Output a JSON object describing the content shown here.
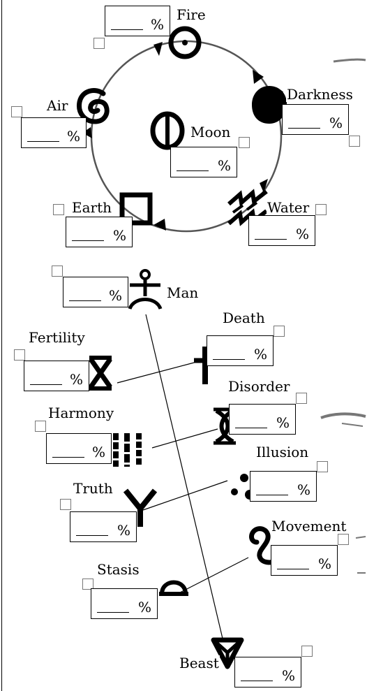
{
  "percent_suffix": "%",
  "elements": {
    "fire": "Fire",
    "darkness": "Darkness",
    "water": "Water",
    "earth": "Earth",
    "air": "Air",
    "moon": "Moon"
  },
  "forms": {
    "man": "Man",
    "beast": "Beast"
  },
  "powers": {
    "fertility": "Fertility",
    "death": "Death",
    "harmony": "Harmony",
    "disorder": "Disorder",
    "truth": "Truth",
    "illusion": "Illusion",
    "stasis": "Stasis",
    "movement": "Movement"
  },
  "colors": {
    "ink": "#000000",
    "cycle_ring": "#555555",
    "checkbox_border": "#777777",
    "scribble": "#777777"
  },
  "icons": {
    "fire": "fire-rune-icon",
    "darkness": "darkness-rune-icon",
    "water": "water-rune-icon",
    "earth": "earth-rune-icon",
    "air": "air-rune-icon",
    "moon": "moon-rune-icon",
    "man": "man-rune-icon",
    "beast": "beast-rune-icon",
    "fertility": "fertility-rune-icon",
    "death": "death-rune-icon",
    "harmony": "harmony-rune-icon",
    "disorder": "disorder-rune-icon",
    "truth": "truth-rune-icon",
    "illusion": "illusion-rune-icon",
    "stasis": "stasis-rune-icon",
    "movement": "movement-rune-icon"
  }
}
